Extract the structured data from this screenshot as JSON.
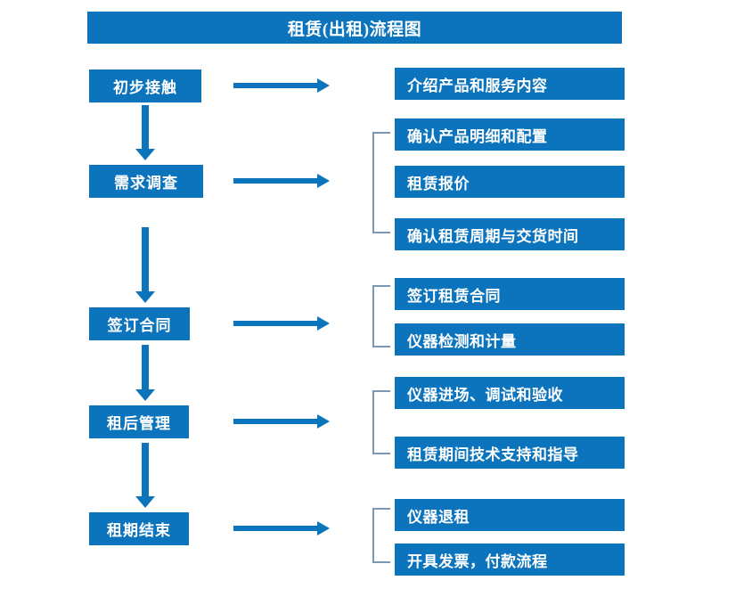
{
  "title": "租赁(出租)流程图",
  "colors": {
    "box_blue": "#0c74bd",
    "arrow_blue": "#0c74bd",
    "bracket_gray": "#7b97b5",
    "text_white": "#ffffff",
    "background": "#ffffff"
  },
  "stages": [
    {
      "label": "初步接触"
    },
    {
      "label": "需求调查"
    },
    {
      "label": "签订合同"
    },
    {
      "label": "租后管理"
    },
    {
      "label": "租期结束"
    }
  ],
  "details": [
    {
      "label": "介绍产品和服务内容"
    },
    {
      "label": "确认产品明细和配置"
    },
    {
      "label": "租赁报价"
    },
    {
      "label": "确认租赁周期与交货时间"
    },
    {
      "label": "签订租赁合同"
    },
    {
      "label": "仪器检测和计量"
    },
    {
      "label": "仪器进场、调试和验收"
    },
    {
      "label": "租赁期间技术支持和指导"
    },
    {
      "label": "仪器退租"
    },
    {
      "label": "开具发票，付款流程"
    }
  ],
  "icons": {
    "down_arrow": "down-arrow-icon",
    "right_arrow": "right-arrow-icon",
    "group_bracket": "group-bracket-icon"
  }
}
